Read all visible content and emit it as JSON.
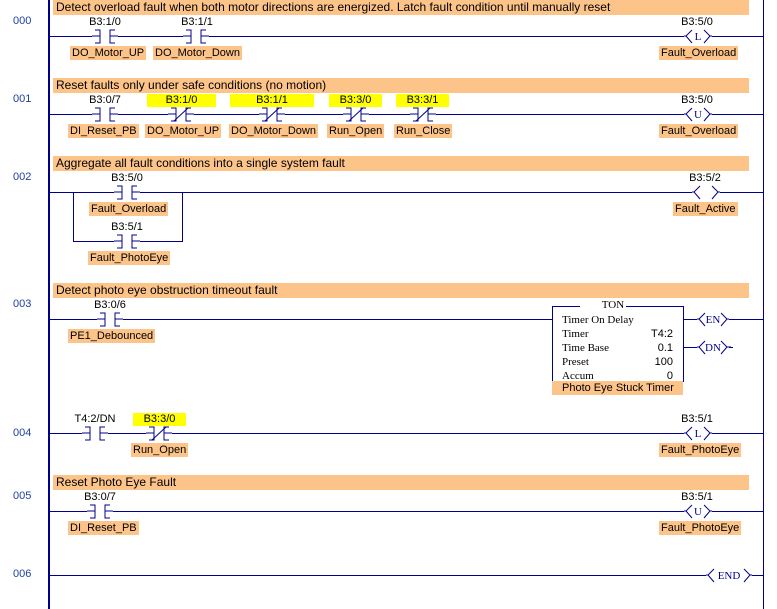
{
  "colors": {
    "rail": "#00008b",
    "comment_bg": "#fdc48a",
    "highlight": "#ffff00",
    "rung_number": "#1f3fa0"
  },
  "rungs": [
    {
      "number": "000",
      "comment": "Detect overload fault when both motor directions are energized.  Latch fault condition until manually reset",
      "instructions": [
        {
          "type": "XIC",
          "address": "B3:1/0",
          "tag": "DO_Motor_UP",
          "highlighted": false
        },
        {
          "type": "XIC",
          "address": "B3:1/1",
          "tag": "DO_Motor_Down",
          "highlighted": false
        }
      ],
      "output": {
        "type": "OTL",
        "symbol": "L",
        "address": "B3:5/0",
        "tag": "Fault_Overload"
      }
    },
    {
      "number": "001",
      "comment": "Reset faults only under safe conditions (no motion)",
      "instructions": [
        {
          "type": "XIC",
          "address": "B3:0/7",
          "tag": "DI_Reset_PB",
          "highlighted": false
        },
        {
          "type": "XIO",
          "address": "B3:1/0",
          "tag": "DO_Motor_UP",
          "highlighted": true
        },
        {
          "type": "XIO",
          "address": "B3:1/1",
          "tag": "DO_Motor_Down",
          "highlighted": true
        },
        {
          "type": "XIO",
          "address": "B3:3/0",
          "tag": "Run_Open",
          "highlighted": true
        },
        {
          "type": "XIO",
          "address": "B3:3/1",
          "tag": "Run_Close",
          "highlighted": true
        }
      ],
      "output": {
        "type": "OTU",
        "symbol": "U",
        "address": "B3:5/0",
        "tag": "Fault_Overload"
      }
    },
    {
      "number": "002",
      "comment": "Aggregate all fault conditions into a single system fault",
      "instructions": [
        {
          "type": "XIC",
          "address": "B3:5/0",
          "tag": "Fault_Overload",
          "highlighted": false
        },
        {
          "type": "XIC",
          "address": "B3:5/1",
          "tag": "Fault_PhotoEye",
          "highlighted": false,
          "branch": true
        }
      ],
      "output": {
        "type": "OTE",
        "symbol": "",
        "address": "B3:5/2",
        "tag": "Fault_Active"
      }
    },
    {
      "number": "003",
      "comment": "Detect photo eye obstruction timeout fault",
      "instructions": [
        {
          "type": "XIC",
          "address": "B3:0/6",
          "tag": "PE1_Debounced",
          "highlighted": false
        }
      ],
      "timer": {
        "type": "TON",
        "title": "Timer On Delay",
        "fields": [
          {
            "label": "Timer",
            "value": "T4:2"
          },
          {
            "label": "Time Base",
            "value": "0.1"
          },
          {
            "label": "Preset",
            "value": "100"
          },
          {
            "label": "Accum",
            "value": "0"
          }
        ],
        "description": "Photo Eye Stuck Timer",
        "outputs": [
          "EN",
          "DN"
        ]
      }
    },
    {
      "number": "004",
      "comment": "",
      "instructions": [
        {
          "type": "XIC",
          "address": "T4:2/DN",
          "tag": "",
          "highlighted": false
        },
        {
          "type": "XIO",
          "address": "B3:3/0",
          "tag": "Run_Open",
          "highlighted": true
        }
      ],
      "output": {
        "type": "OTL",
        "symbol": "L",
        "address": "B3:5/1",
        "tag": "Fault_PhotoEye"
      }
    },
    {
      "number": "005",
      "comment": "Reset Photo Eye Fault",
      "instructions": [
        {
          "type": "XIC",
          "address": "B3:0/7",
          "tag": "DI_Reset_PB",
          "highlighted": false
        }
      ],
      "output": {
        "type": "OTU",
        "symbol": "U",
        "address": "B3:5/1",
        "tag": "Fault_PhotoEye"
      }
    },
    {
      "number": "006",
      "comment": "",
      "instructions": [],
      "output": {
        "type": "END",
        "symbol": "END"
      }
    }
  ]
}
